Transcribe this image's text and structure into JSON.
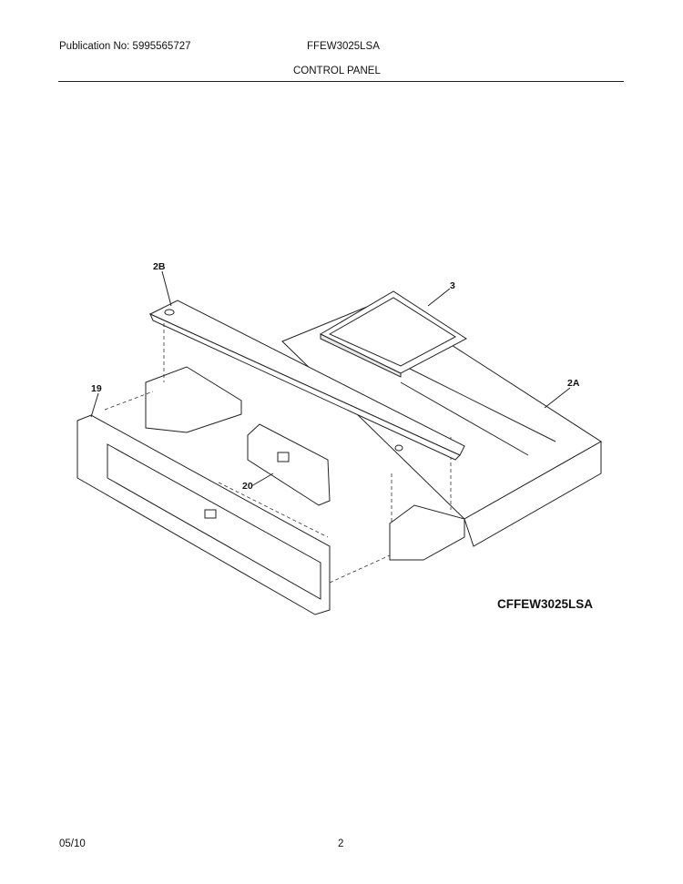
{
  "header": {
    "publication": "Publication No: 5995565727",
    "model": "FFEW3025LSA",
    "section": "CONTROL PANEL"
  },
  "diagram": {
    "part_labels": {
      "p2b": "2B",
      "p3": "3",
      "p2a": "2A",
      "p19": "19",
      "p20": "20"
    },
    "model_code": "CFFEW3025LSA"
  },
  "footer": {
    "date": "05/10",
    "page": "2"
  }
}
